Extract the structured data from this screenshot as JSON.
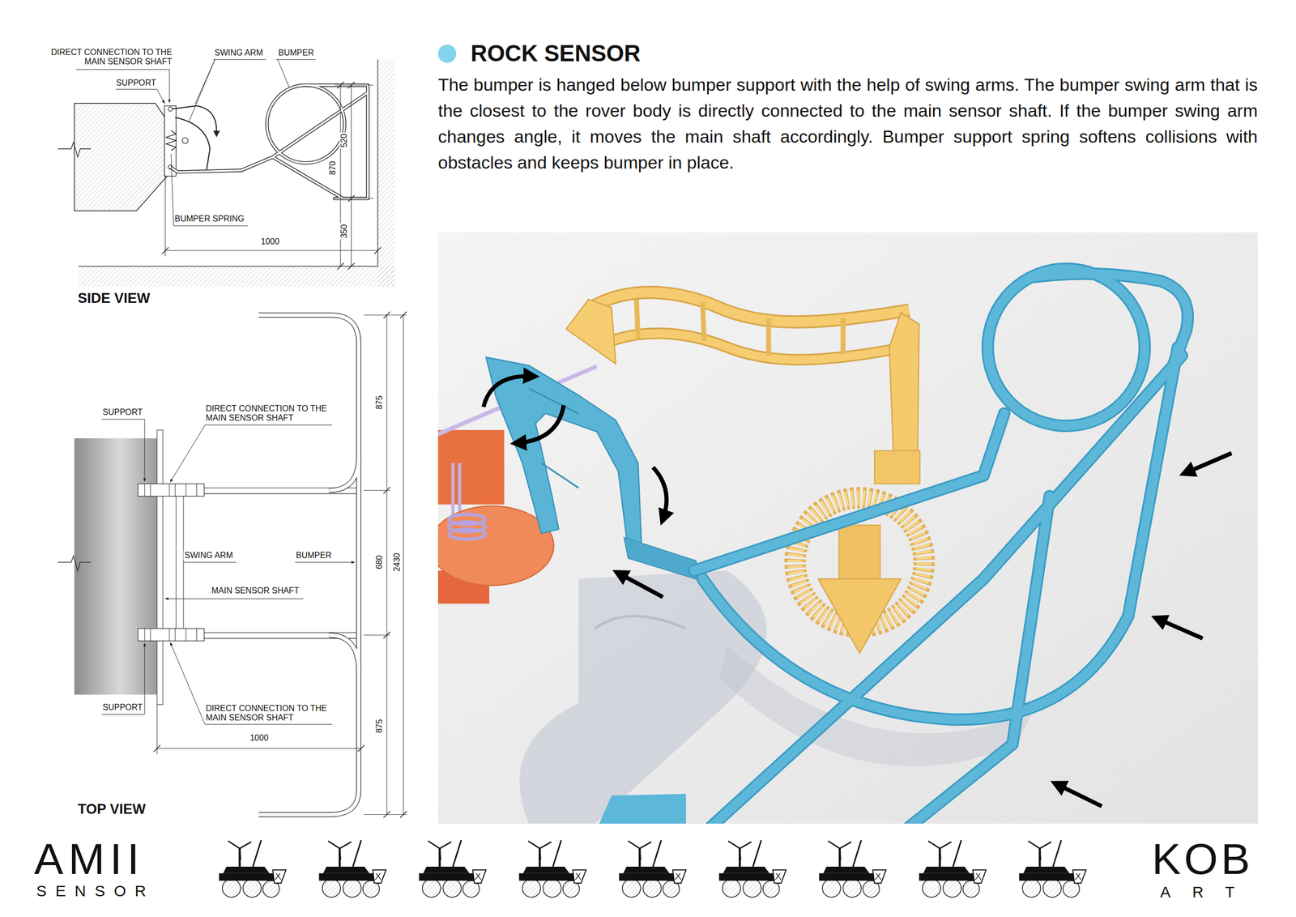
{
  "diagram": {
    "title": "ROCK SENSOR",
    "labels": [
      "The bumper is hanged below bumper support with the help of swing arms. The bumper swing arm that is the closest to the rover body is directly connected to the main sensor shaft. If the bumper swing arm changes angle, it moves the main shaft accordingly. Bumper support spring softens collisions with obstacles and keeps bumper in place.",
      "DIRECT CONNECTION TO THE MAIN SENSOR SHAFT",
      "SWING ARM",
      "BUMPER",
      "SUPPORT",
      "520",
      "870",
      "350",
      "BUMPER SPRING",
      "1000",
      "SIDE VIEW",
      "SUPPORT",
      "DIRECT CONNECTION TO THE MAIN SENSOR SHAFT",
      "875",
      "SWING ARM",
      "BUMPER",
      "680",
      "2430",
      "MAIN SENSOR SHAFT",
      "SUPPORT",
      "DIRECT CONNECTION TO THE MAIN SENSOR SHAFT",
      "875",
      "1000",
      "TOP VIEW",
      "AMII",
      "SENSOR",
      "KOB",
      "ART"
    ]
  }
}
